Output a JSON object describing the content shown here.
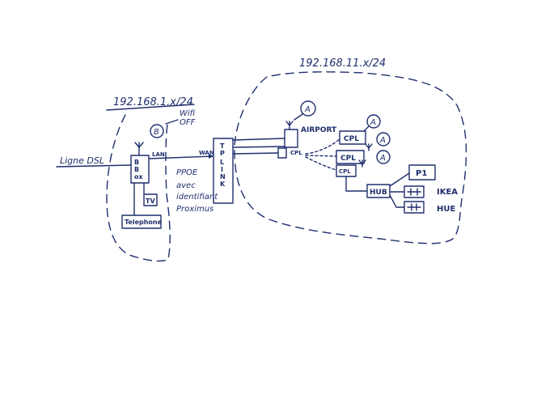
{
  "labels": {
    "subnet_left": "192.168.1.x/24",
    "subnet_right": "192.168.11.x/24",
    "wifi_off": "Wifi\nOFF",
    "ligne_dsl": "Ligne DSL",
    "bbox": "B\nB\nox",
    "lan": "LAN",
    "wan": "WAN",
    "tplink": "TP\nL\nI\nN\nK",
    "tv": "TV",
    "telephone": "Telephone",
    "ppoe": "PPOE",
    "avec": "avec",
    "identifiant": "identifiant",
    "proximus": "Proximus",
    "airport": "AIRPORT",
    "cpl_small": "CPL",
    "cpl_1": "CPL",
    "cpl_2": "CPL",
    "cpl_3": "CPL",
    "hub": "HUB",
    "p1": "P1",
    "ikea": "IKEA",
    "hue": "HUE",
    "circle_a": "A",
    "circle_b": "B"
  },
  "colors": {
    "ink": "#1f2f6e",
    "background": "#ffffff"
  }
}
